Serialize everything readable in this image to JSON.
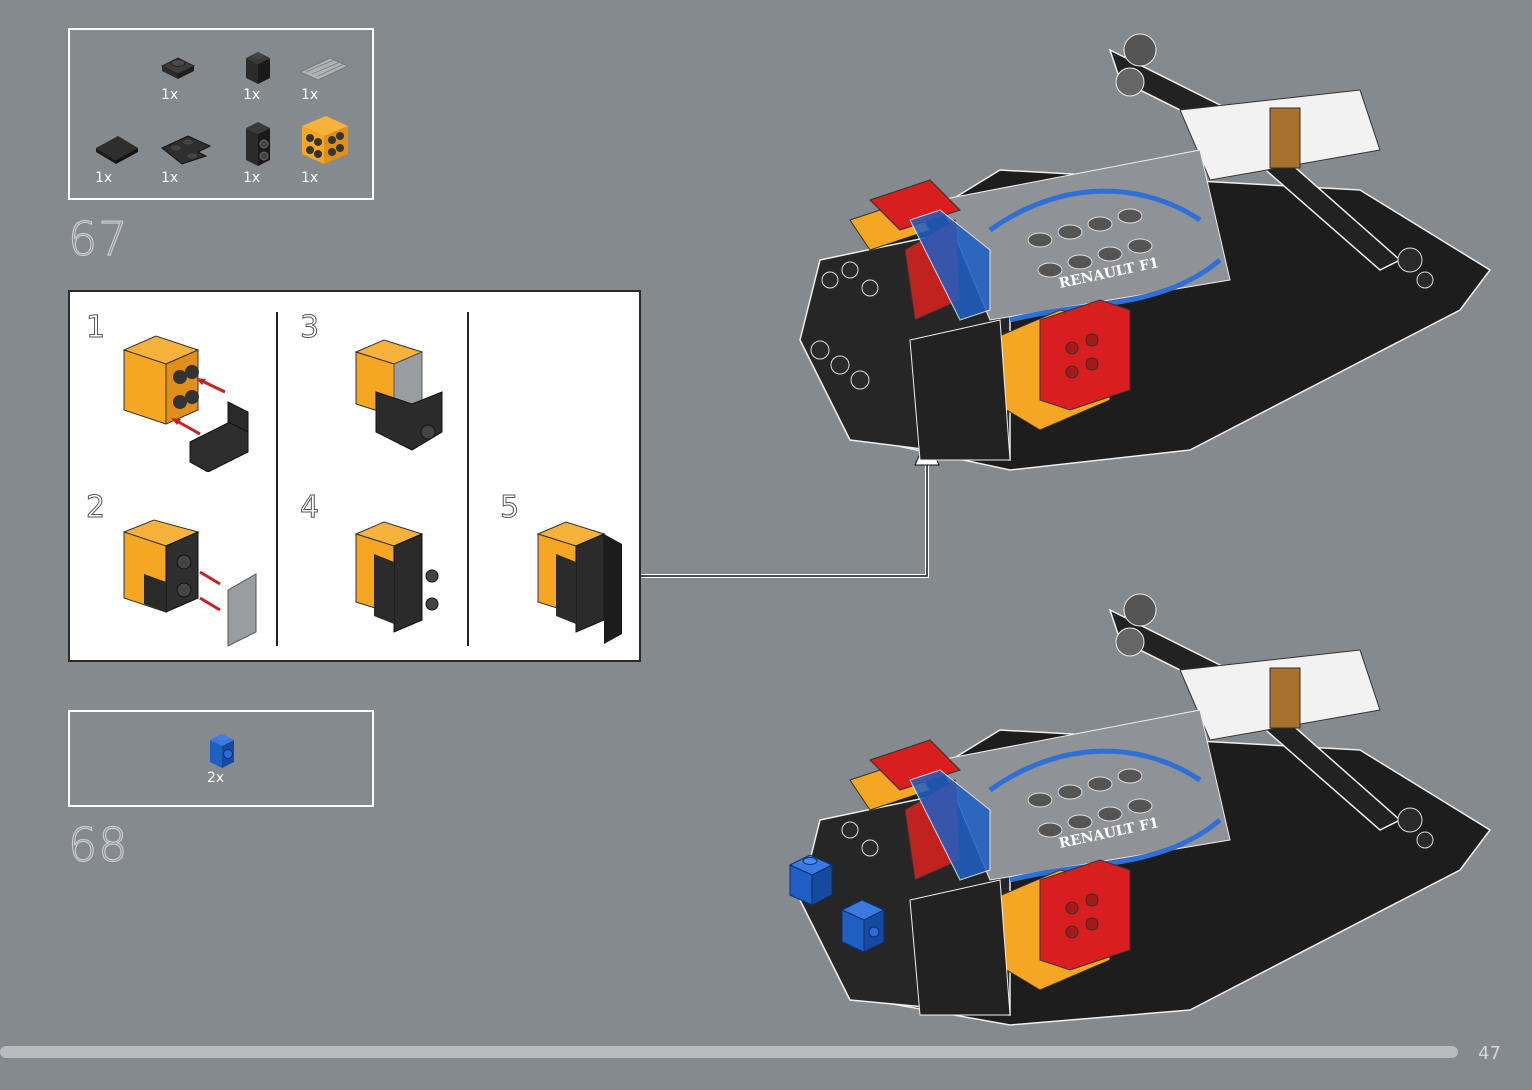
{
  "page": {
    "number": "47",
    "progress": 0.95
  },
  "steps": [
    {
      "number": "67",
      "parts": [
        {
          "icon": "dark-gray-plate-1x1-round",
          "qty": "1x"
        },
        {
          "icon": "black-brick-1x1",
          "qty": "1x"
        },
        {
          "icon": "gray-grille-plate",
          "qty": "1x"
        },
        {
          "icon": "black-slope-brick",
          "qty": "1x"
        },
        {
          "icon": "black-corner-plate",
          "qty": "1x"
        },
        {
          "icon": "black-brick-with-stud",
          "qty": "1x"
        },
        {
          "icon": "orange-brick-2x2",
          "qty": "1x"
        }
      ],
      "sub_steps": [
        "1",
        "2",
        "3",
        "4",
        "5"
      ]
    },
    {
      "number": "68",
      "parts": [
        {
          "icon": "blue-brick-1x1-side-stud",
          "qty": "2x"
        }
      ]
    }
  ],
  "colors": {
    "background": "#858a8f",
    "orange": "#f5a623",
    "black": "#2b2b2b",
    "red": "#d81e1e",
    "blue": "#1f5fc4"
  },
  "model_label": "RENAULT F1"
}
